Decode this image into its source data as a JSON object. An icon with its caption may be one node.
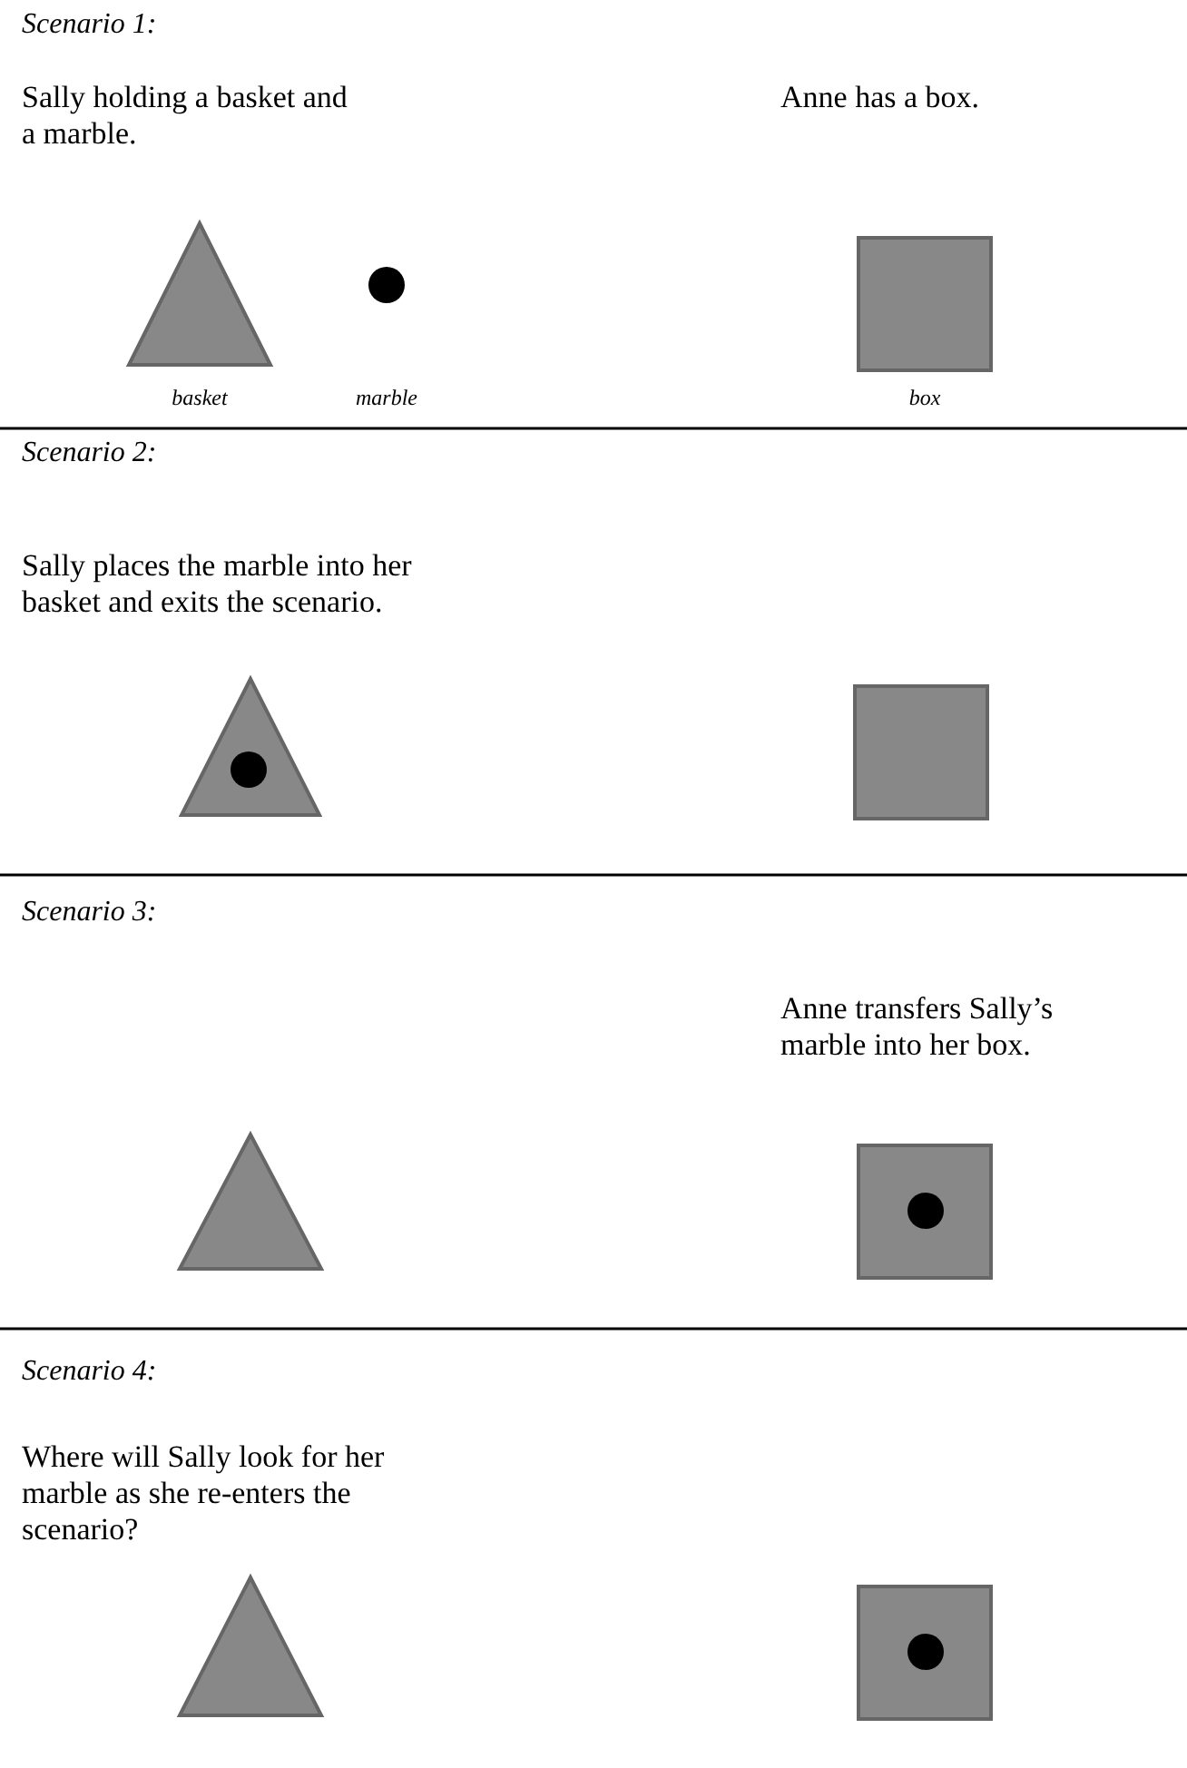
{
  "diagram": {
    "nodes": [
      {
        "text": [],
        "shape": "triangle",
        "beside": [
          "basket"
        ]
      },
      {
        "text": [],
        "shape": "circle",
        "beside": [
          "marble"
        ]
      },
      {
        "text": [],
        "shape": "box",
        "beside": [
          "box"
        ]
      },
      {
        "text": [],
        "shape": "triangle"
      },
      {
        "text": [],
        "shape": "circle",
        "in": 3
      },
      {
        "text": [],
        "shape": "box"
      },
      {
        "text": [],
        "shape": "triangle"
      },
      {
        "text": [],
        "shape": "box"
      },
      {
        "text": [],
        "shape": "circle",
        "in": 7
      },
      {
        "text": [],
        "shape": "triangle"
      },
      {
        "text": [],
        "shape": "box"
      },
      {
        "text": [],
        "shape": "circle",
        "in": 10
      }
    ],
    "labels": [
      "Scenario 1:",
      "Sally holding a basket and a marble.",
      "Anne has a box.",
      "Scenario 2:",
      "Sally places the marble into her basket and exits the scenario.",
      "Scenario 3:",
      "Anne transfers Sally’s marble into her box.",
      "Scenario 4:",
      "Where will Sally look for her marble as she re-enters the scenario?"
    ]
  }
}
